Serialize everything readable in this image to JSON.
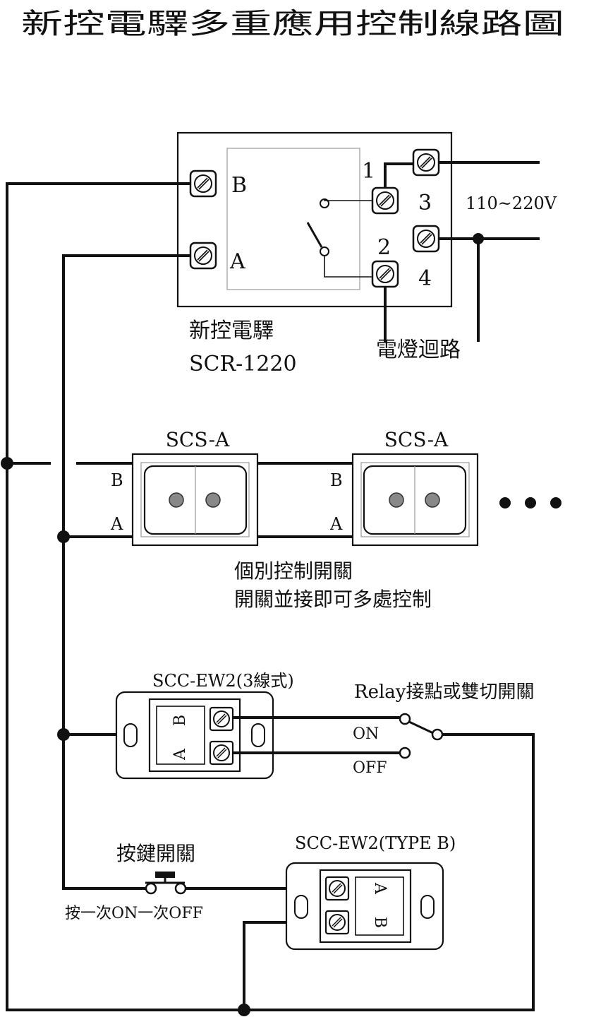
{
  "title": "新控電驛多重應用控制線路圖",
  "relay": {
    "name_line1": "新控電驛",
    "name_line2": "SCR-1220",
    "terminal_b": "B",
    "terminal_a": "A",
    "terminal_1": "1",
    "terminal_2": "2",
    "terminal_3": "3",
    "terminal_4": "4"
  },
  "power": {
    "voltage": "110~220V"
  },
  "lamp_circuit": "電燈迴路",
  "scs_switches": [
    {
      "name": "SCS-A",
      "b": "B",
      "a": "A"
    },
    {
      "name": "SCS-A",
      "b": "B",
      "a": "A"
    }
  ],
  "scs_caption": {
    "line1": "個別控制開關",
    "line2": "開關並接即可多處控制"
  },
  "ew2_3wire": {
    "name": "SCC-EW2(3線式)",
    "b": "B",
    "a": "A"
  },
  "relay_contact": {
    "label": "Relay接點或雙切開關",
    "on": "ON",
    "off": "OFF"
  },
  "push_button": {
    "label": "按鍵開關",
    "note": "按一次ON一次OFF"
  },
  "ew2_typeb": {
    "name": "SCC-EW2(TYPE B)",
    "a": "A",
    "b": "B"
  }
}
